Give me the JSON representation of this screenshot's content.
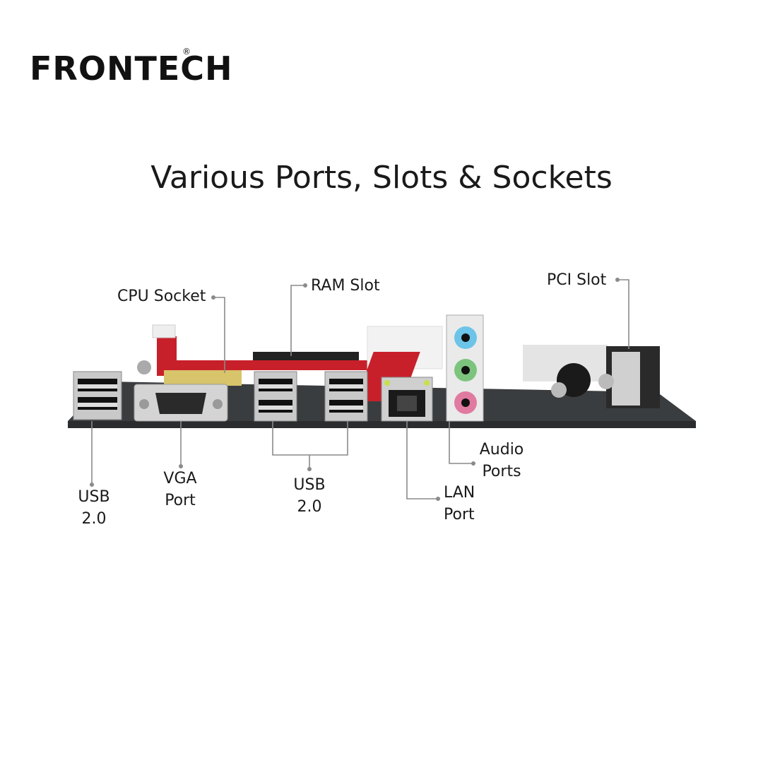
{
  "brand": {
    "logo_text": "FRONTECH",
    "registered_mark": "®"
  },
  "title": "Various Ports, Slots & Sockets",
  "callouts": {
    "cpu_socket": "CPU Socket",
    "ram_slot": "RAM Slot",
    "pci_slot": "PCI Slot",
    "usb_left": [
      "USB",
      "2.0"
    ],
    "vga_port": [
      "VGA",
      "Port"
    ],
    "usb_center": [
      "USB",
      "2.0"
    ],
    "lan_port": [
      "LAN",
      "Port"
    ],
    "audio_ports": [
      "Audio",
      "Ports"
    ]
  },
  "colors": {
    "board": "#3a3d40",
    "red_slot": "#c8202a",
    "audio_blue": "#6cc4e8",
    "audio_green": "#7cc47e",
    "audio_pink": "#e07aa0",
    "leader": "#8a8a8a"
  }
}
